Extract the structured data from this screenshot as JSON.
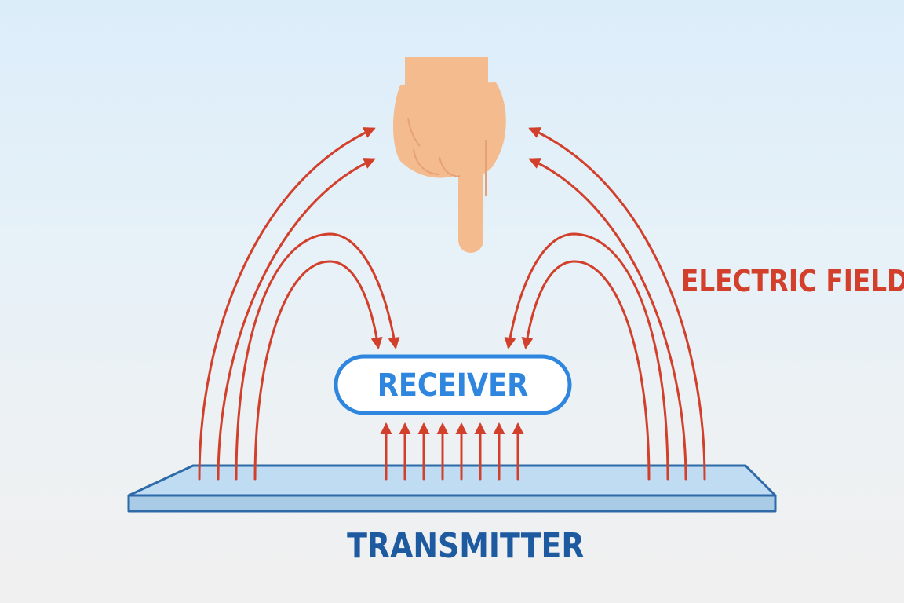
{
  "labels": {
    "electric_field": "ELECTRIC FIELD",
    "receiver": "RECEIVER",
    "transmitter": "TRANSMITTER"
  },
  "colors": {
    "field_line": "#d2402c",
    "electric_field_text": "#d2402c",
    "receiver_border": "#2e86de",
    "receiver_text": "#2e86de",
    "transmitter_text": "#1d5aa0",
    "plate_top": "#bfdcf2",
    "plate_edge": "#2e6aa8",
    "plate_front": "#a9cbe6",
    "hand_skin": "#f4bb8e",
    "hand_shadow": "#e6a274"
  },
  "icons": [
    "pointing-hand-icon"
  ]
}
